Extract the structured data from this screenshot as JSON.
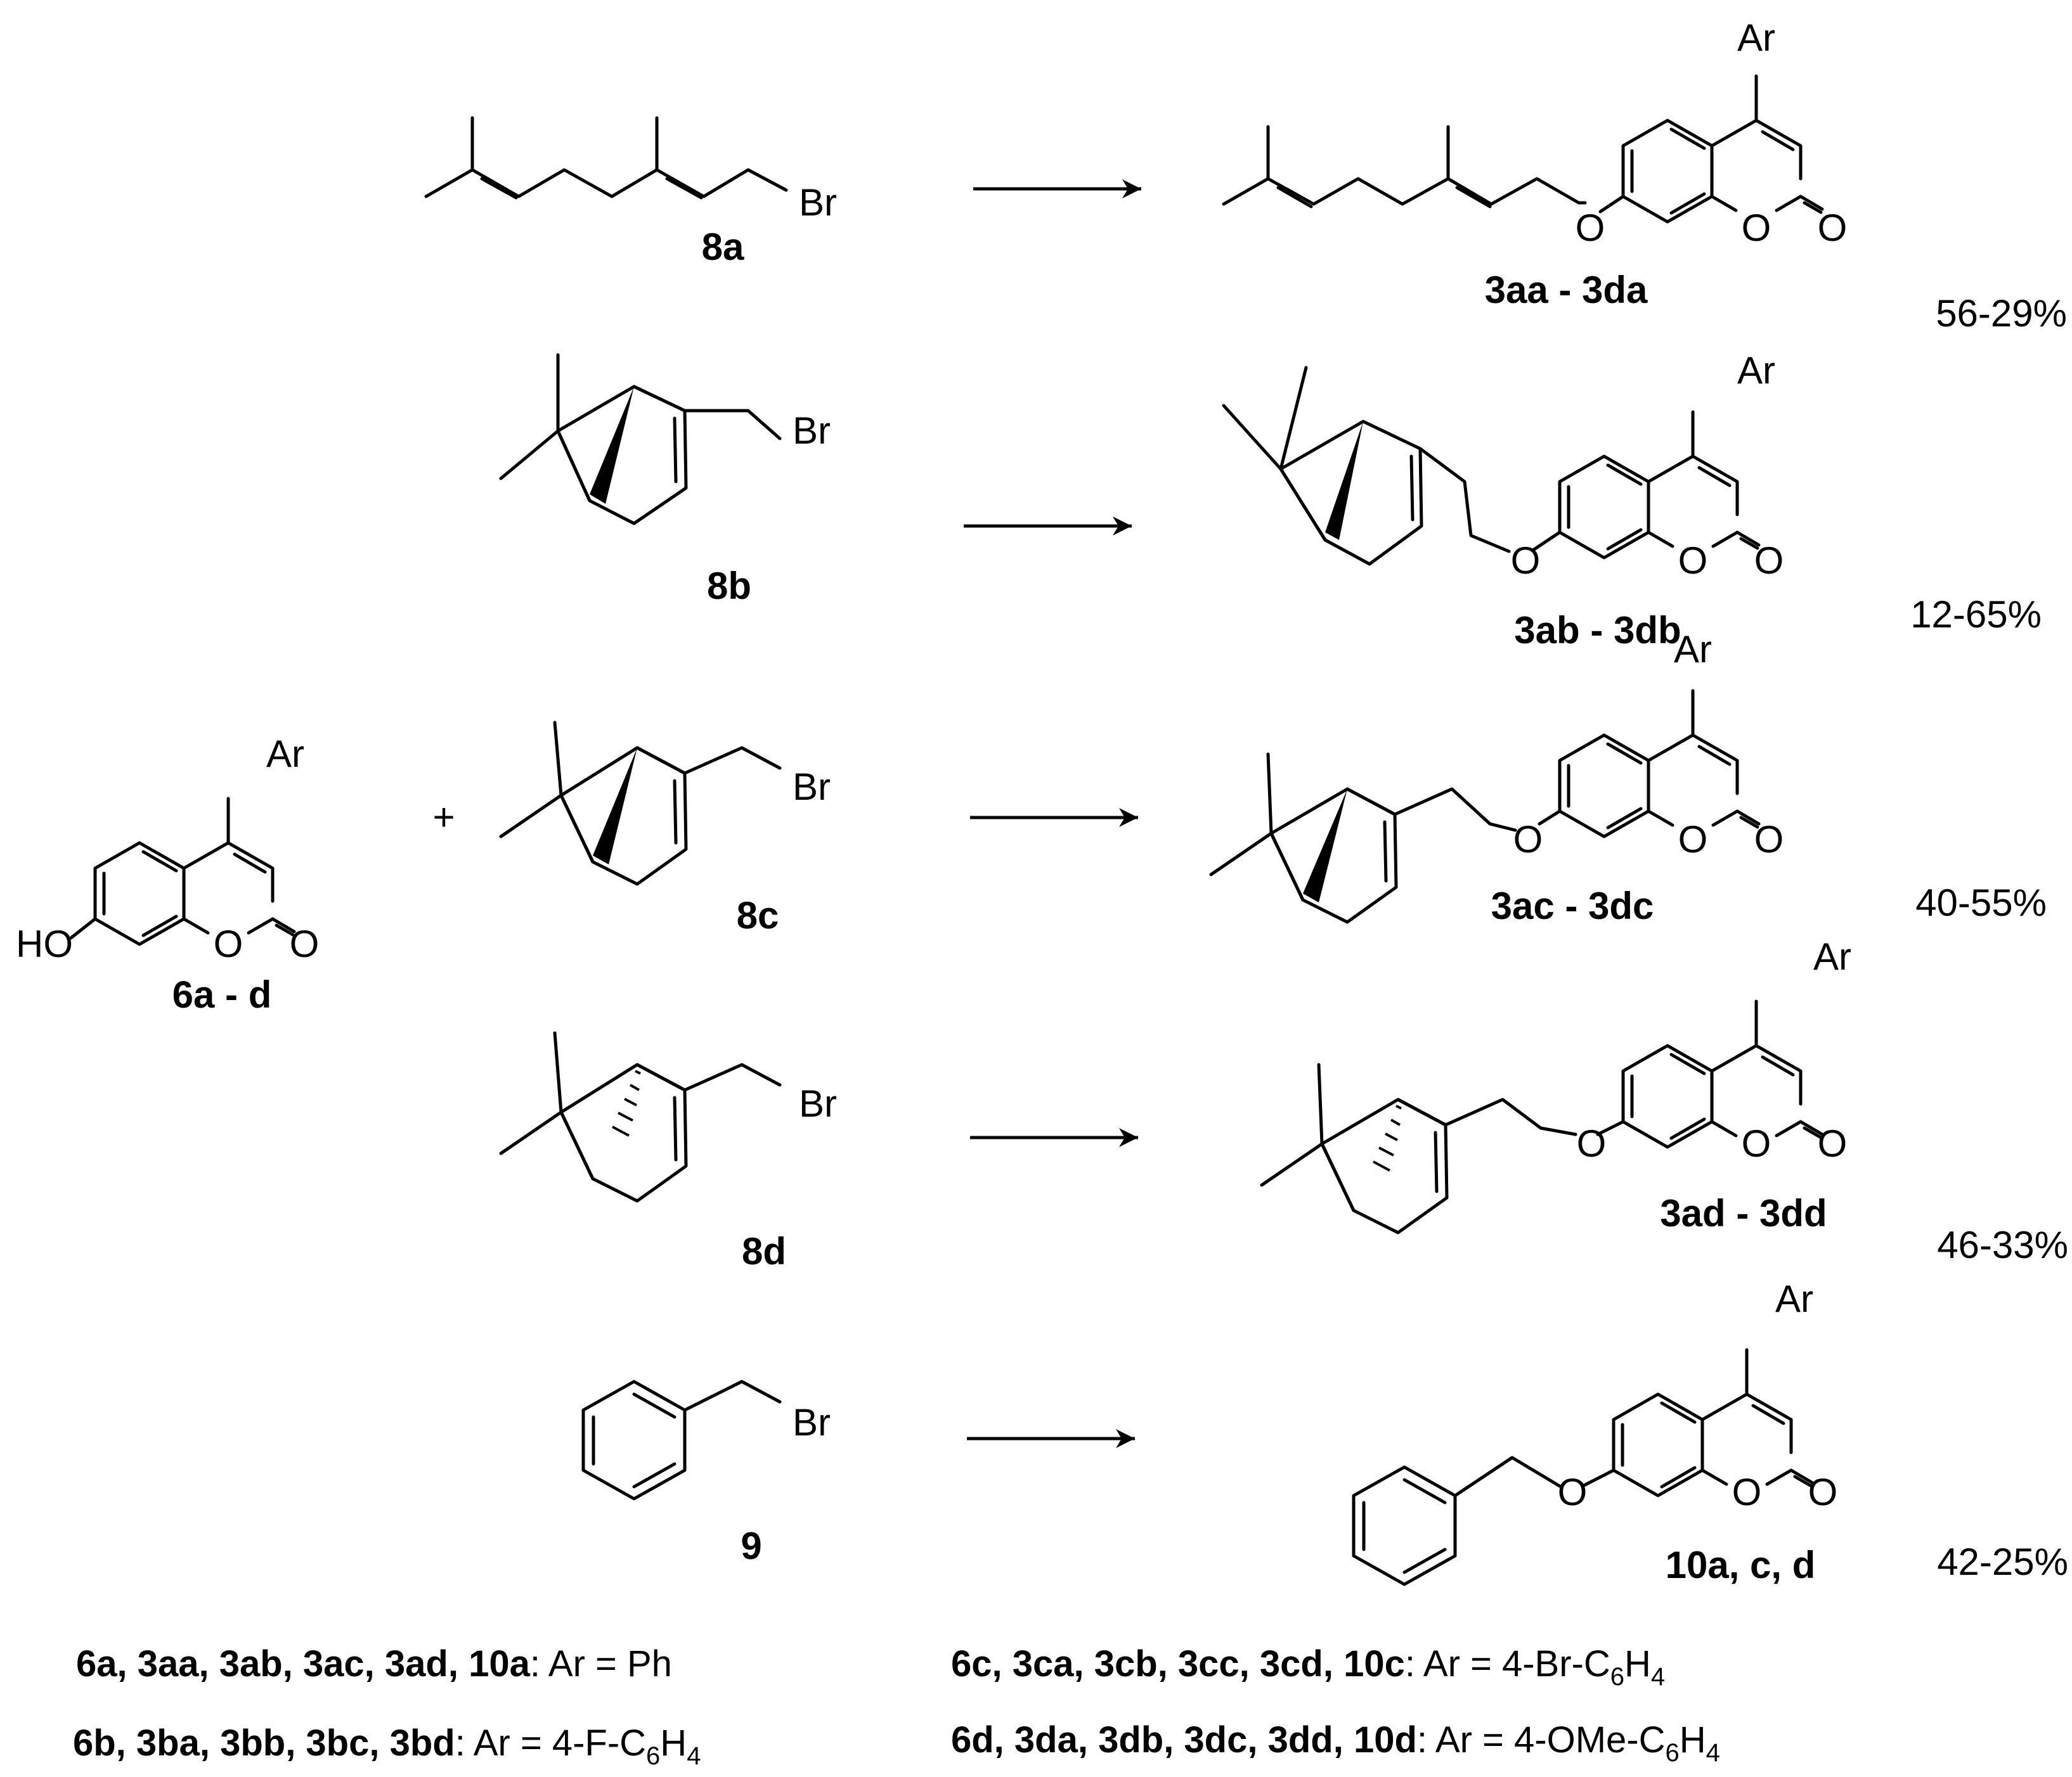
{
  "atoms": {
    "ar": "Ar",
    "o": "O",
    "br": "Br",
    "ho": "HO",
    "plus": "+"
  },
  "labels": {
    "r8a": "8a",
    "r8b": "8b",
    "r8c": "8c",
    "r8d": "8d",
    "r9": "9",
    "r6": "6a - d",
    "pa": "3aa - 3da",
    "pb": "3ab - 3db",
    "pc": "3ac - 3dc",
    "pd": "3ad - 3dd",
    "pe": "10a, c, d"
  },
  "yields": {
    "a": "56-29%",
    "b": "12-65%",
    "c": "40-55%",
    "d": "46-33%",
    "e": "42-25%"
  },
  "definitions": {
    "d1": {
      "compounds": "6a, 3aa, 3ab, 3ac, 3ad, 10a",
      "ar_text": ": Ar = Ph"
    },
    "d2": {
      "compounds": "6b, 3ba, 3bb, 3bc, 3bd",
      "ar_text": ": Ar = 4-F-C",
      "sub1": "6",
      "h": "H",
      "sub2": "4"
    },
    "d3": {
      "compounds": "6c, 3ca, 3cb, 3cc, 3cd, 10c",
      "ar_text": ": Ar = 4-Br-C",
      "sub1": "6",
      "h": "H",
      "sub2": "4"
    },
    "d4": {
      "compounds": "6d, 3da, 3db, 3dc, 3dd, 10d",
      "ar_text": ": Ar = 4-OMe-C",
      "sub1": "6",
      "h": "H",
      "sub2": "4"
    }
  }
}
